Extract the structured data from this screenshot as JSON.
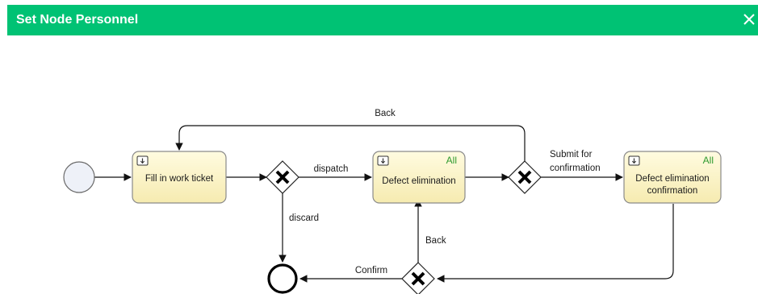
{
  "dialog": {
    "title": "Set Node Personnel",
    "close_icon": "close-icon",
    "title_bar_color": "#00c274"
  },
  "process": {
    "tasks": {
      "fill_ticket": {
        "label": "Fill in work ticket",
        "assignee": ""
      },
      "defect_elimination": {
        "label": "Defect elimination",
        "assignee": "All"
      },
      "defect_confirmation": {
        "label_line1": "Defect elimination",
        "label_line2": "confirmation",
        "assignee": "All"
      }
    },
    "flows": {
      "dispatch": "dispatch",
      "discard": "discard",
      "back_top": "Back",
      "back_bottom": "Back",
      "submit_line1": "Submit for",
      "submit_line2": "confirmation",
      "confirm": "Confirm"
    },
    "colors": {
      "task_fill": "#fdf6c8",
      "task_stroke": "#888888",
      "assignee": "#2e9a2e",
      "start_event_fill": "#eef1f8"
    },
    "icons": {
      "task_type": "user-task-icon",
      "gateway": "exclusive-gateway-x-icon"
    }
  }
}
